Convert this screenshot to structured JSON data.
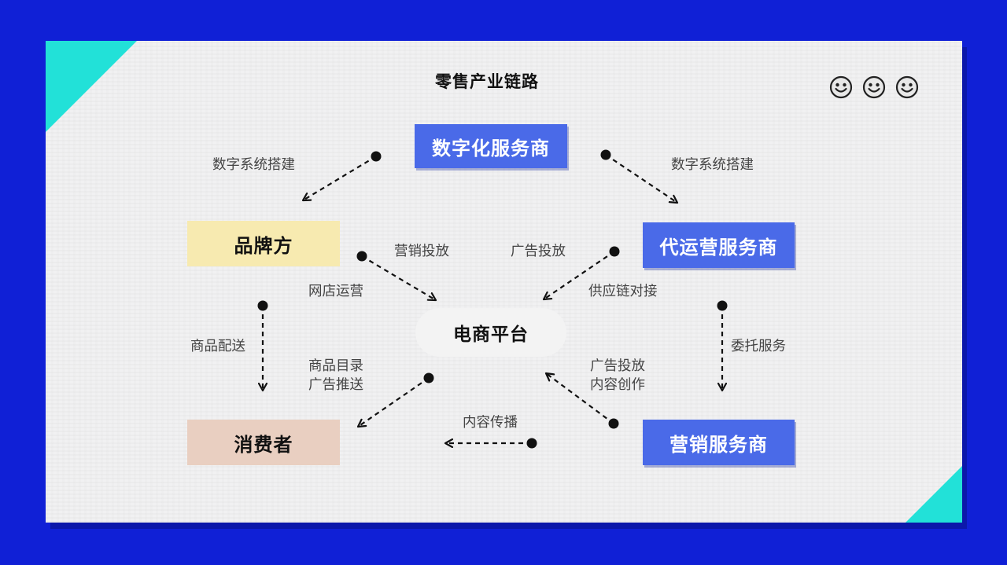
{
  "title": "零售产业链路",
  "nodes": {
    "digital": "数字化服务商",
    "brand": "品牌方",
    "operator": "代运营服务商",
    "platform": "电商平台",
    "consumer": "消费者",
    "marketing": "营销服务商"
  },
  "edge_labels": {
    "digital_brand": "数字系统搭建",
    "digital_operator": "数字系统搭建",
    "brand_platform": "营销投放",
    "operator_platform": "广告投放",
    "brand_shop": "网店运营",
    "operator_supply": "供应链对接",
    "brand_consumer": "商品配送",
    "operator_marketing": "委托服务",
    "platform_consumer_1": "商品目录",
    "platform_consumer_2": "广告推送",
    "marketing_platform_1": "广告投放",
    "marketing_platform_2": "内容创作",
    "marketing_consumer": "内容传播"
  },
  "icons": [
    "smiley-icon",
    "smiley-icon",
    "smiley-icon"
  ],
  "colors": {
    "background": "#1020d6",
    "accent_teal": "#22e1d8",
    "node_blue": "#4a6ae8",
    "node_yellow": "#f7eab0",
    "node_peach": "#e9cfc1"
  }
}
